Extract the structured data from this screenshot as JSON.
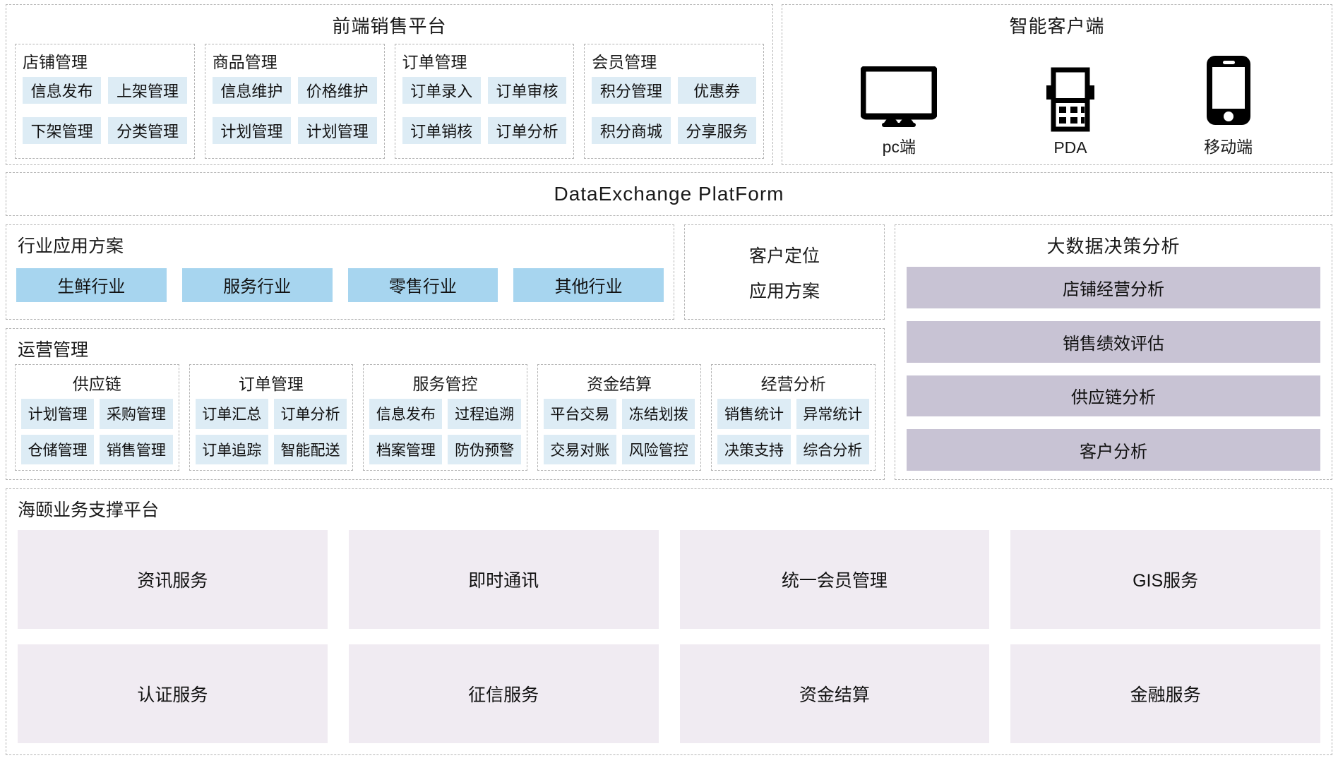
{
  "frontend": {
    "title": "前端销售平台",
    "groups": [
      {
        "title": "店铺管理",
        "items": [
          "信息发布",
          "上架管理",
          "下架管理",
          "分类管理"
        ]
      },
      {
        "title": "商品管理",
        "items": [
          "信息维护",
          "价格维护",
          "计划管理",
          "计划管理"
        ]
      },
      {
        "title": "订单管理",
        "items": [
          "订单录入",
          "订单审核",
          "订单销核",
          "订单分析"
        ]
      },
      {
        "title": "会员管理",
        "items": [
          "积分管理",
          "优惠券",
          "积分商城",
          "分享服务"
        ]
      }
    ]
  },
  "clients": {
    "title": "智能客户端",
    "items": [
      {
        "label": "pc端",
        "icon": "monitor-icon"
      },
      {
        "label": "PDA",
        "icon": "pda-icon"
      },
      {
        "label": "移动端",
        "icon": "mobile-phone-icon"
      }
    ]
  },
  "platform": {
    "title": "DataExchange  PlatForm"
  },
  "industry": {
    "title": "行业应用方案",
    "items": [
      "生鲜行业",
      "服务行业",
      "零售行业",
      "其他行业"
    ]
  },
  "customer_positioning": {
    "line1": "客户定位",
    "line2": "应用方案"
  },
  "bigdata": {
    "title": "大数据决策分析",
    "items": [
      "店铺经营分析",
      "销售绩效评估",
      "供应链分析",
      "客户分析"
    ]
  },
  "operations": {
    "title": "运营管理",
    "groups": [
      {
        "title": "供应链",
        "items": [
          "计划管理",
          "采购管理",
          "仓储管理",
          "销售管理"
        ]
      },
      {
        "title": "订单管理",
        "items": [
          "订单汇总",
          "订单分析",
          "订单追踪",
          "智能配送"
        ]
      },
      {
        "title": "服务管控",
        "items": [
          "信息发布",
          "过程追溯",
          "档案管理",
          "防伪预警"
        ]
      },
      {
        "title": "资金结算",
        "items": [
          "平台交易",
          "冻结划拨",
          "交易对账",
          "风险管控"
        ]
      },
      {
        "title": "经营分析",
        "items": [
          "销售统计",
          "异常统计",
          "决策支持",
          "综合分析"
        ]
      }
    ]
  },
  "support": {
    "title": "海颐业务支撑平台",
    "items": [
      "资讯服务",
      "即时通讯",
      "统一会员管理",
      "GIS服务",
      "认证服务",
      "征信服务",
      "资金结算",
      "金融服务"
    ]
  },
  "colors": {
    "blue_cell": "#ddecf5",
    "industry_blue": "#a7d5ef",
    "bigdata_purple": "#c8c3d4",
    "support_lilac": "#f0ebf2",
    "dash_border": "#b4b4b4"
  }
}
